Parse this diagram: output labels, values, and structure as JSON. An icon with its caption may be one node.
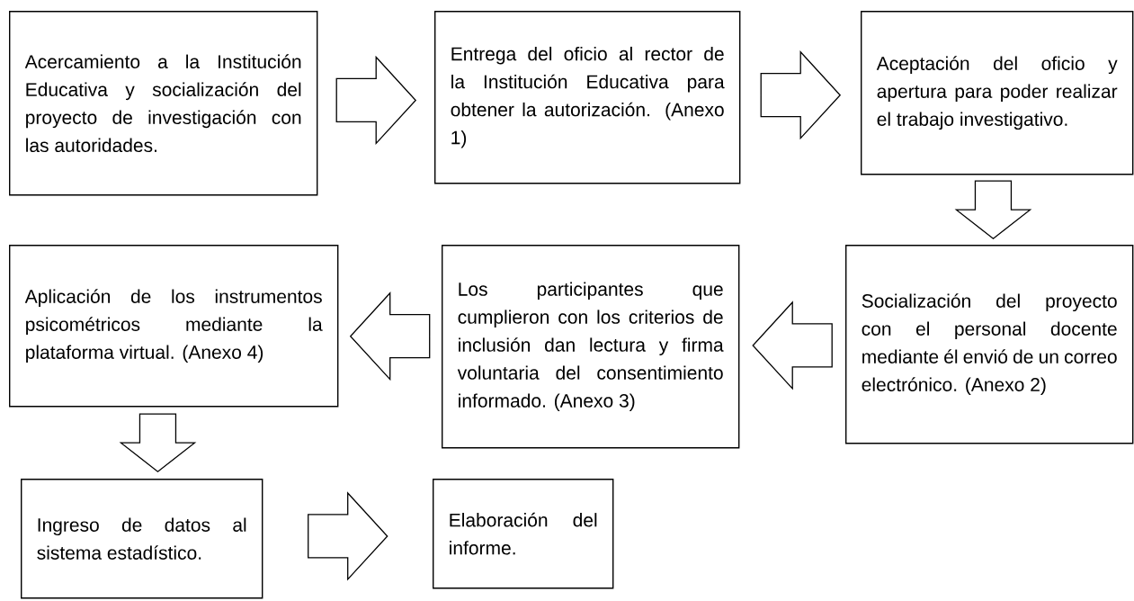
{
  "diagram": {
    "nodes": [
      {
        "text": [
          "Acercamiento a la Institución Educativa y socialización del proyecto de investigación con las autoridades."
        ]
      },
      {
        "text": [
          "Entrega del oficio al rector de la Institución Educativa para obtener la autorización. (Anexo 1)"
        ]
      },
      {
        "text": [
          "Aceptación del oficio y apertura para poder realizar el trabajo investigativo."
        ]
      },
      {
        "text": [
          "Aplicación de los instrumentos psicométricos mediante la plataforma virtual. (Anexo 4)"
        ]
      },
      {
        "text": [
          "Los participantes que cumplieron con los criterios de inclusión dan lectura y firma voluntaria del consentimiento informado. (Anexo 3)"
        ]
      },
      {
        "text": [
          "Socialización del proyecto con el personal docente mediante él envió de un correo electrónico. (Anexo 2)"
        ]
      },
      {
        "text": [
          "Ingreso de datos al sistema estadístico."
        ]
      },
      {
        "text": [
          "Elaboración del informe."
        ]
      }
    ],
    "edges": [
      {
        "from": 0,
        "to": 1,
        "arrow": "to"
      },
      {
        "from": 1,
        "to": 2,
        "arrow": "to"
      },
      {
        "from": 2,
        "to": 5,
        "arrow": "to"
      },
      {
        "from": 5,
        "to": 4,
        "arrow": "to"
      },
      {
        "from": 4,
        "to": 3,
        "arrow": "to"
      },
      {
        "from": 3,
        "to": 6,
        "arrow": "to"
      },
      {
        "from": 6,
        "to": 7,
        "arrow": "to"
      }
    ]
  }
}
